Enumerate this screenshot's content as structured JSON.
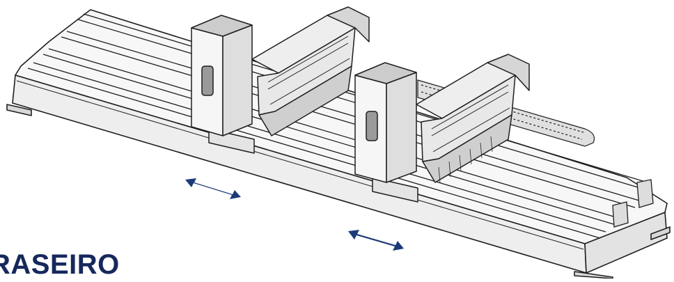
{
  "caption": "RASEIRO",
  "colors": {
    "line": "#1e1e1e",
    "arrow": "#1d3a78",
    "caption": "#16285c",
    "fill_light": "#f7f7f7",
    "fill_mid": "#e6e6e6",
    "fill_dark": "#cfcfcf"
  },
  "components": {
    "base_frame": "base-frame",
    "rails": "linear-rails",
    "cable_chain": "cable-chain",
    "gantry_left": "gantry-carriage-left",
    "gantry_right": "gantry-carriage-right"
  },
  "motion_arrows": [
    "double-arrow-left",
    "double-arrow-right"
  ]
}
